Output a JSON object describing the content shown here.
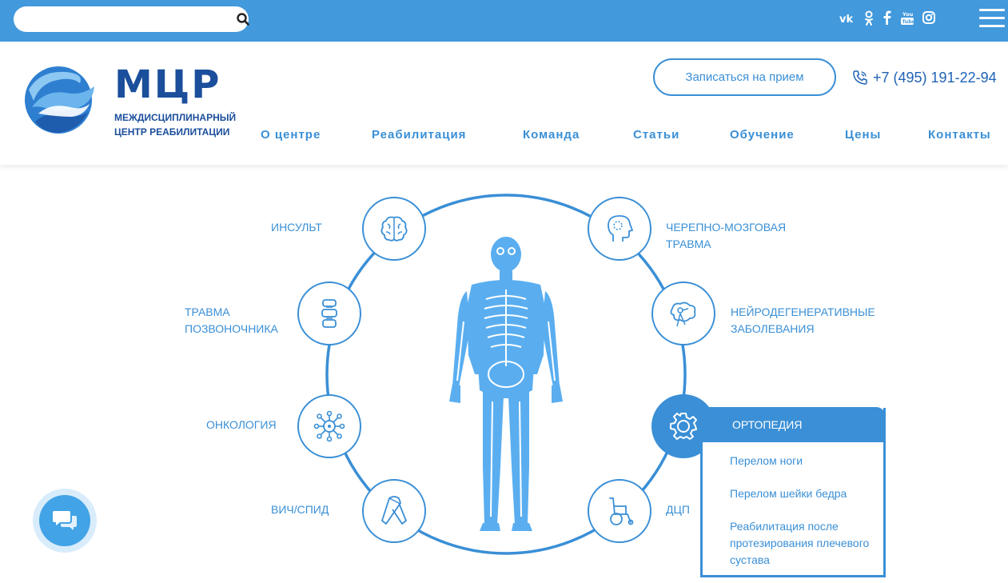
{
  "search": {
    "placeholder": ""
  },
  "social": [
    "vk",
    "ok",
    "f",
    "You Tube",
    "instagram"
  ],
  "brand": {
    "name": "МЦР",
    "subtitle_line1": "МЕЖДИСЦИПЛИНАРНЫЙ",
    "subtitle_line2": "ЦЕНТР РЕАБИЛИТАЦИИ"
  },
  "header": {
    "cta_label": "Записаться на прием",
    "phone": "+7 (495) 191-22-94"
  },
  "nav": [
    "О центре",
    "Реабилитация",
    "Команда",
    "Статьи",
    "Обучение",
    "Цены",
    "Контакты"
  ],
  "categories": {
    "stroke": "ИНСУЛЬТ",
    "tbi_1": "ЧЕРЕПНО-МОЗГОВАЯ",
    "tbi_2": "ТРАВМА",
    "spine_1": "ТРАВМА",
    "spine_2": "ПОЗВОНОЧНИКА",
    "neuro_1": "НЕЙРОДЕГЕНЕРАТИВНЫЕ",
    "neuro_2": "ЗАБОЛЕВАНИЯ",
    "oncology": "ОНКОЛОГИЯ",
    "hiv": "ВИЧ/СПИД",
    "cp": "ДЦП"
  },
  "dropdown": {
    "title": "ОРТОПЕДИЯ",
    "items": [
      "Перелом ноги",
      "Перелом шейки бедра",
      "Реабилитация после протезирования плечевого сустава"
    ]
  },
  "colors": {
    "accent": "#3a8fd6",
    "topbar": "#4299dc",
    "brand": "#1b4e9b"
  }
}
